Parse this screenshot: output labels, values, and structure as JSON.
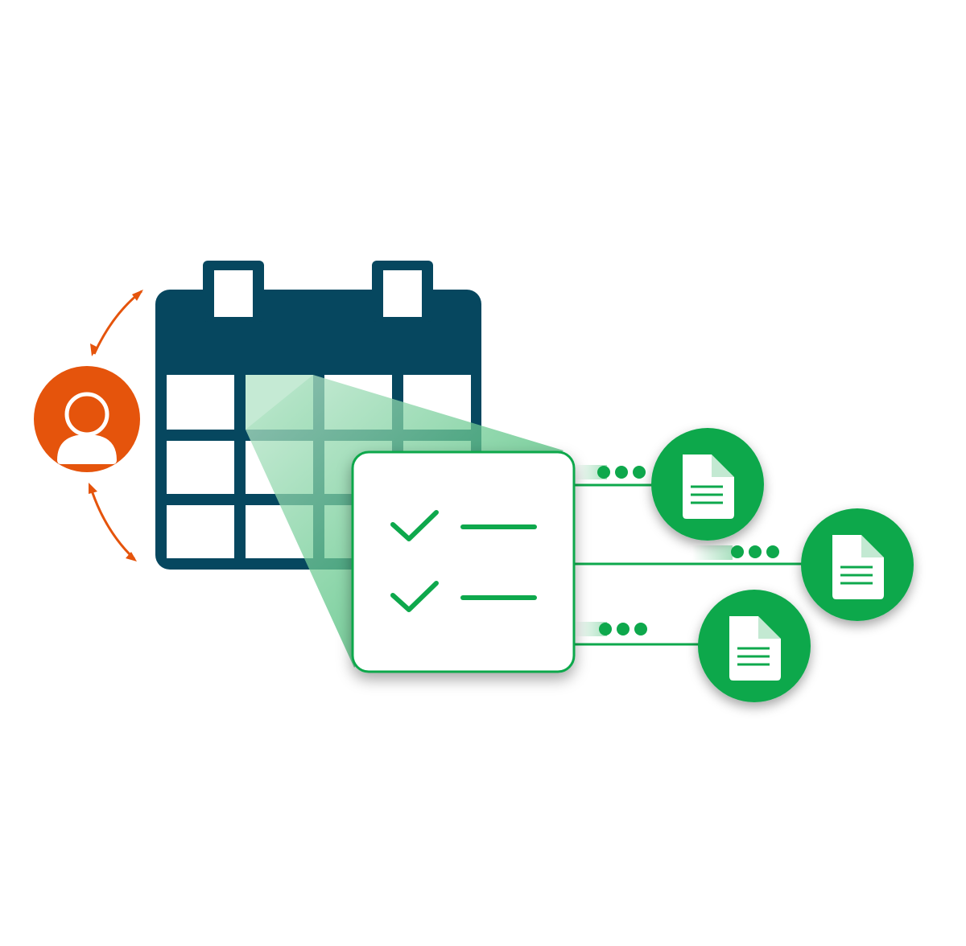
{
  "colors": {
    "background": "#ffffff",
    "calendar": "#06475f",
    "accent_green": "#0ea84c",
    "accent_orange": "#e5540c",
    "highlight_green": "#5cc98a"
  },
  "icons": {
    "user": "user-icon",
    "calendar": "calendar-icon",
    "checklist": "checklist-icon",
    "document": "document-icon",
    "arrows": "double-arrow-icon"
  },
  "checklist": {
    "items": [
      {
        "checked": true
      },
      {
        "checked": true
      }
    ]
  },
  "documents": [
    {
      "name": "document-1"
    },
    {
      "name": "document-2"
    },
    {
      "name": "document-3"
    }
  ]
}
